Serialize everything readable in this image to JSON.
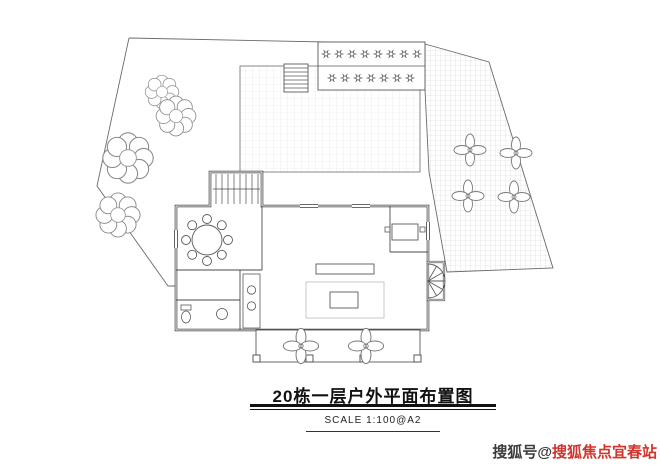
{
  "drawing": {
    "title": "20栋一层户外平面布置图",
    "scale": "SCALE  1:100@A2",
    "type": "architectural-site-plan",
    "symbols": {
      "tree": "tree-icon",
      "flower": "flower-icon",
      "shrub": "shrub-icon",
      "stairs": "stairs-icon",
      "round_table": "round-table-icon",
      "spiral_stair": "spiral-stair-icon"
    },
    "colors": {
      "wall_line": "#3a3a3a",
      "thin_line": "#666666",
      "hatch_grid": "#d3d3d3",
      "hatch_grid_light": "#e3e3e3"
    }
  },
  "watermark": {
    "prefix": "搜狐号@",
    "account": "搜狐焦点宜春站",
    "prefix_color": "#3c3c3c",
    "account_color": "#d0342c"
  }
}
